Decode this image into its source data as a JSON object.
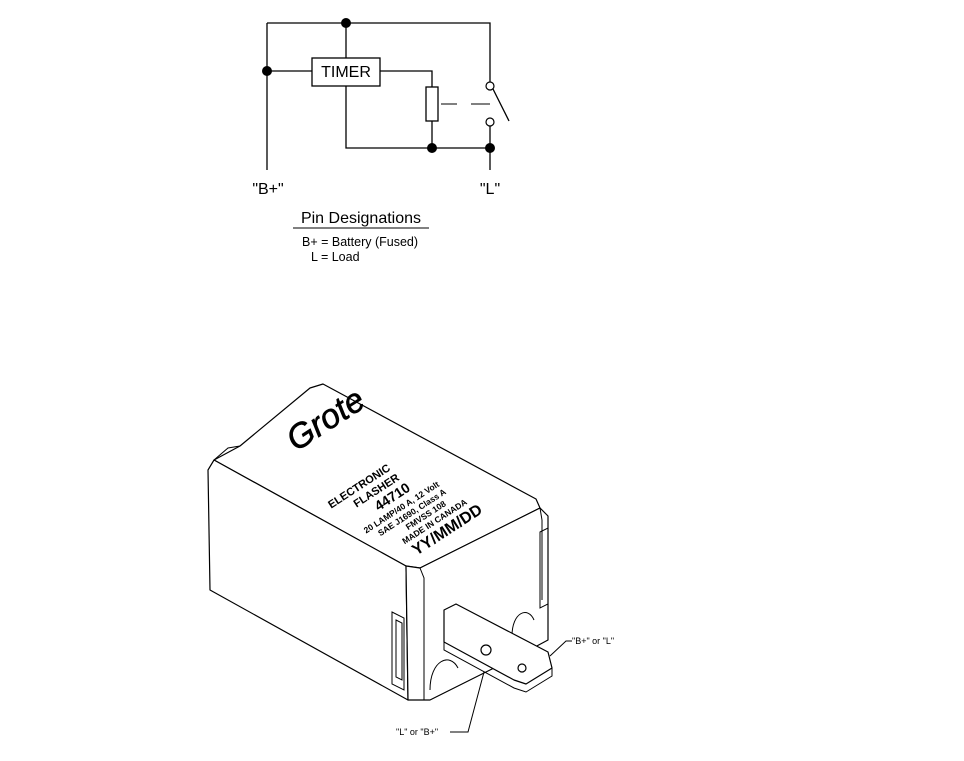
{
  "schematic": {
    "timer_label": "TIMER",
    "pin_left_label": "\"B+\"",
    "pin_right_label": "\"L\""
  },
  "pin_designations": {
    "title": "Pin Designations",
    "lines": [
      "B+ = Battery (Fused)",
      "L = Load"
    ]
  },
  "device": {
    "logo": "Grote",
    "label_lines": [
      "ELECTRONIC",
      "FLASHER",
      "44710",
      "20 LAMP/40 A, 12 Volt",
      "SAE J1690, Class A",
      "FMVSS 108",
      "MADE IN CANADA",
      "YY/MM/DD"
    ],
    "terminal_right_label": "\"B+\" or \"L\"",
    "terminal_bottom_label": "\"L\" or \"B+\""
  }
}
